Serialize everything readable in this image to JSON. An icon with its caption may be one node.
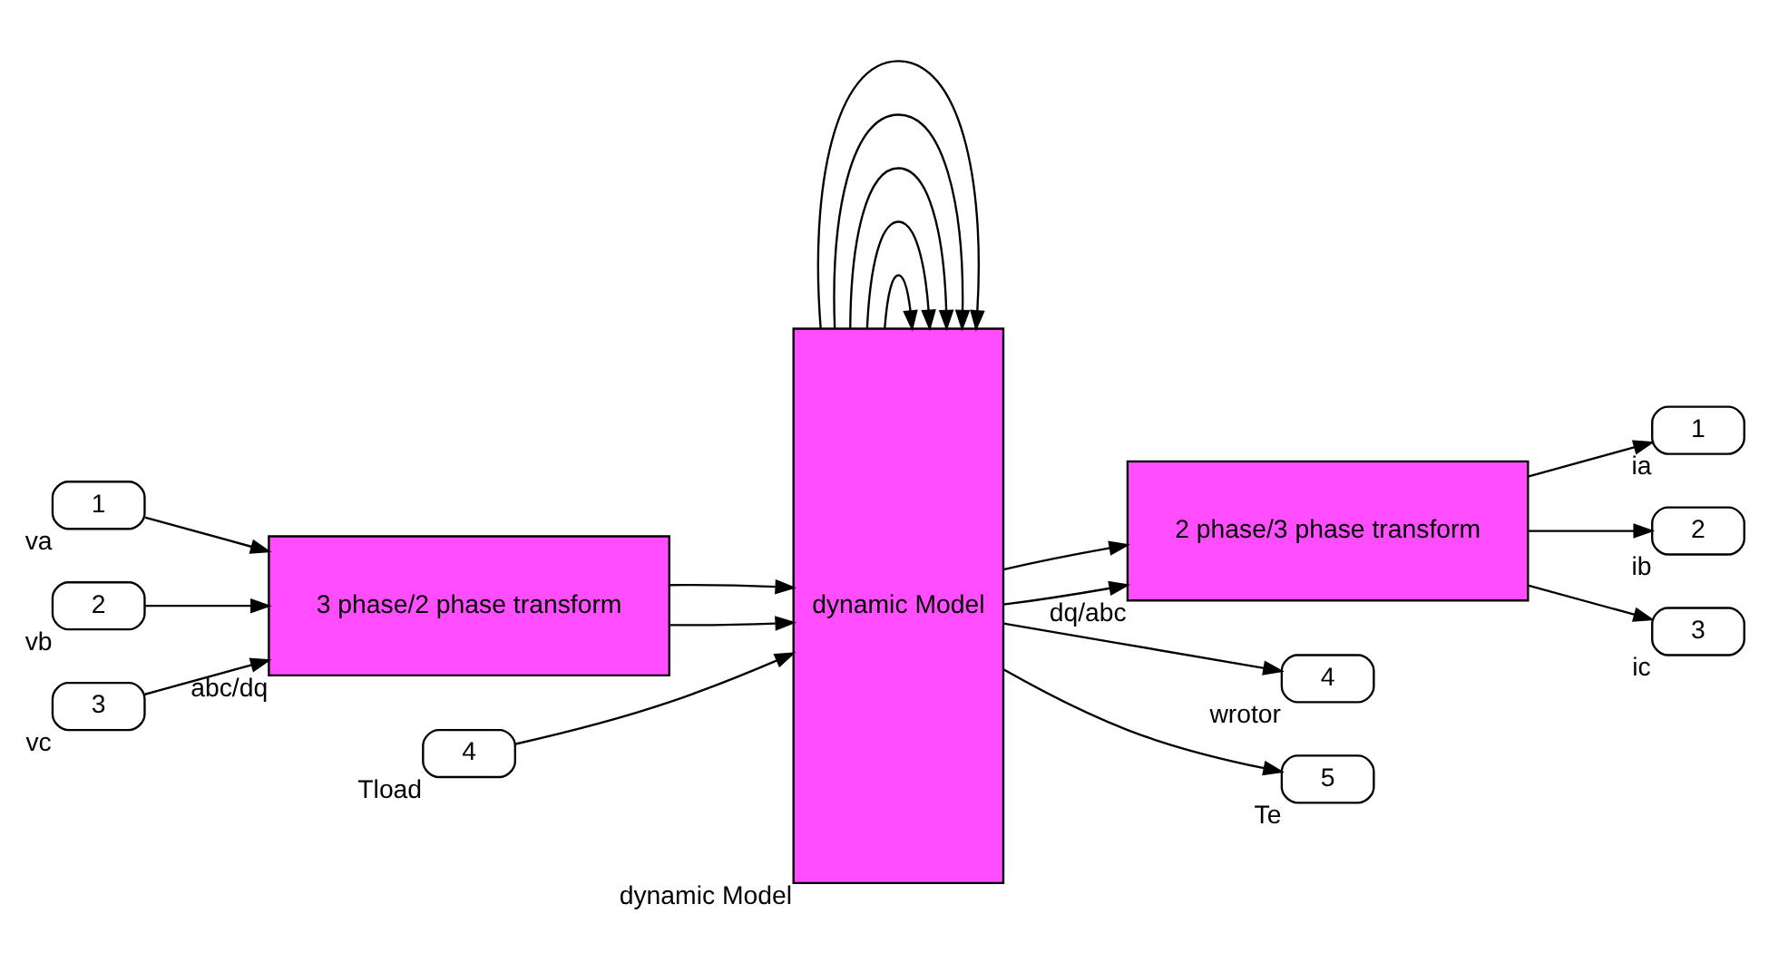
{
  "diagram": {
    "nodes": [
      {
        "text": [
          "1"
        ],
        "beside": [
          "va"
        ]
      },
      {
        "text": [
          "2"
        ],
        "beside": [
          "vb"
        ]
      },
      {
        "text": [
          "3"
        ],
        "beside": [
          "vc"
        ]
      },
      {
        "text": [
          "4"
        ],
        "beside": [
          "Tload"
        ]
      },
      {
        "text": [
          "3 phase/2 phase transform"
        ],
        "beside": [
          "abc/dq"
        ]
      },
      {
        "text": [
          "dynamic Model"
        ],
        "beside": [
          "dynamic Model"
        ]
      },
      {
        "text": [
          "2 phase/3 phase transform"
        ],
        "beside": [
          "dq/abc"
        ]
      },
      {
        "text": [
          "1"
        ],
        "beside": [
          "ia"
        ]
      },
      {
        "text": [
          "2"
        ],
        "beside": [
          "ib"
        ]
      },
      {
        "text": [
          "3"
        ],
        "beside": [
          "ic"
        ]
      },
      {
        "text": [
          "4"
        ],
        "beside": [
          "wrotor"
        ]
      },
      {
        "text": [
          "5"
        ],
        "beside": [
          "Te"
        ]
      }
    ],
    "edges": [
      {
        "from": 0,
        "to": 4,
        "arrow": "to"
      },
      {
        "from": 1,
        "to": 4,
        "arrow": "to"
      },
      {
        "from": 2,
        "to": 4,
        "arrow": "to"
      },
      {
        "from": 4,
        "to": 5,
        "arrow": "to"
      },
      {
        "from": 4,
        "to": 5,
        "arrow": "to"
      },
      {
        "from": 3,
        "to": 5,
        "arrow": "to"
      },
      {
        "from": 5,
        "to": 5,
        "arrow": "to"
      },
      {
        "from": 5,
        "to": 5,
        "arrow": "to"
      },
      {
        "from": 5,
        "to": 5,
        "arrow": "to"
      },
      {
        "from": 5,
        "to": 5,
        "arrow": "to"
      },
      {
        "from": 5,
        "to": 5,
        "arrow": "to"
      },
      {
        "from": 5,
        "to": 6,
        "arrow": "to"
      },
      {
        "from": 5,
        "to": 6,
        "arrow": "to"
      },
      {
        "from": 5,
        "to": 10,
        "arrow": "to"
      },
      {
        "from": 5,
        "to": 11,
        "arrow": "to"
      },
      {
        "from": 6,
        "to": 7,
        "arrow": "to"
      },
      {
        "from": 6,
        "to": 8,
        "arrow": "to"
      },
      {
        "from": 6,
        "to": 9,
        "arrow": "to"
      }
    ]
  }
}
